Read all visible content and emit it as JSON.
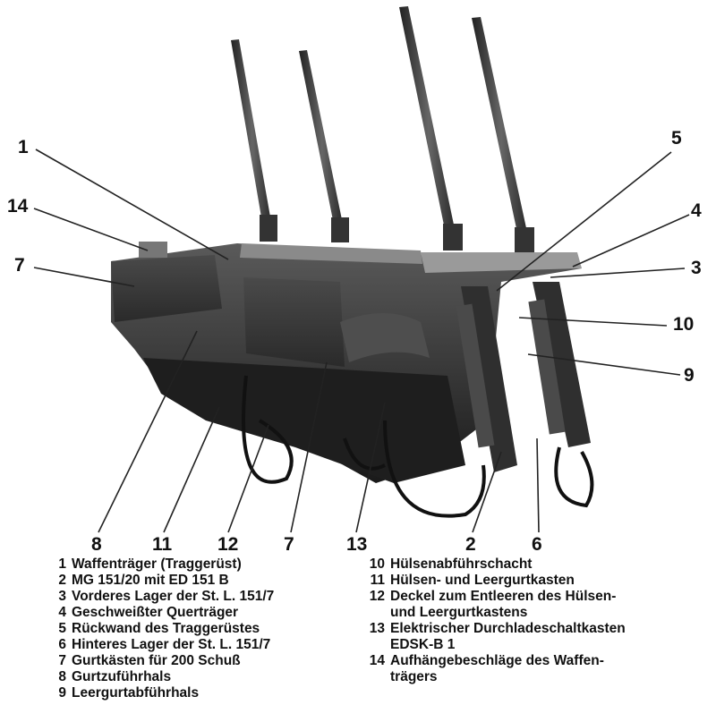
{
  "callouts": {
    "n1": "1",
    "n14": "14",
    "n7a": "7",
    "n5": "5",
    "n4": "4",
    "n3": "3",
    "n10": "10",
    "n9": "9",
    "n8": "8",
    "n11": "11",
    "n12": "12",
    "n7b": "7",
    "n13": "13",
    "n2": "2",
    "n6": "6"
  },
  "legend_left": [
    {
      "num": "1",
      "text": "Waffenträger (Traggerüst)"
    },
    {
      "num": "2",
      "text": "MG 151/20 mit ED 151 B"
    },
    {
      "num": "3",
      "text": "Vorderes Lager der St. L. 151/7"
    },
    {
      "num": "4",
      "text": "Geschweißter Querträger"
    },
    {
      "num": "5",
      "text": "Rückwand des Traggerüstes"
    },
    {
      "num": "6",
      "text": "Hinteres Lager der St. L. 151/7"
    },
    {
      "num": "7",
      "text": "Gurtkästen für 200 Schuß"
    },
    {
      "num": "8",
      "text": "Gurtzuführhals"
    },
    {
      "num": "9",
      "text": "Leergurtabführhals"
    }
  ],
  "legend_right": [
    {
      "num": "10",
      "text": "Hülsenabführschacht"
    },
    {
      "num": "11",
      "text": "Hülsen- und Leergurtkasten"
    },
    {
      "num": "12",
      "text": "Deckel zum Entleeren des Hülsen-",
      "cont": "und Leergurtkastens"
    },
    {
      "num": "13",
      "text": "Elektrischer Durchladeschaltkasten",
      "cont": "EDSK-B 1"
    },
    {
      "num": "14",
      "text": "Aufhängebeschläge des Waffen-",
      "cont": "trägers"
    }
  ]
}
